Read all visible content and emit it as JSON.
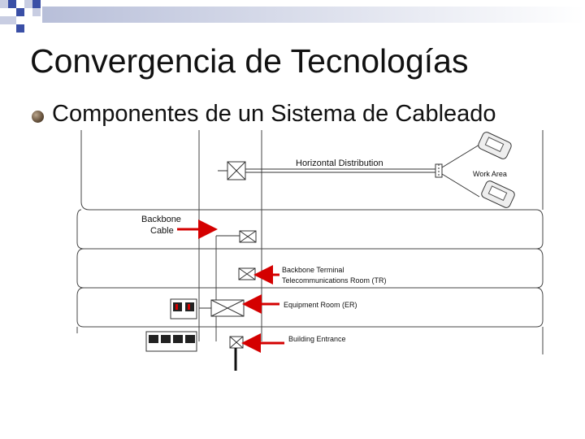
{
  "slide": {
    "title": "Convergencia de Tecnologías",
    "bullet": "Componentes de un Sistema de Cableado"
  },
  "diagram": {
    "labels": {
      "horizontal_distribution": "Horizontal Distribution",
      "work_area": "Work Area",
      "backbone_line1": "Backbone",
      "backbone_line2": "Cable",
      "tr_line1": "Backbone Terminal",
      "tr_line2": "Telecommunications Room (TR)",
      "er": "Equipment Room (ER)",
      "building_entrance": "Building Entrance"
    }
  },
  "colors": {
    "arrow": "#d40000",
    "line": "#333333",
    "title_deco_blue": "#3a4fa6",
    "title_deco_light": "#c8cde2"
  }
}
